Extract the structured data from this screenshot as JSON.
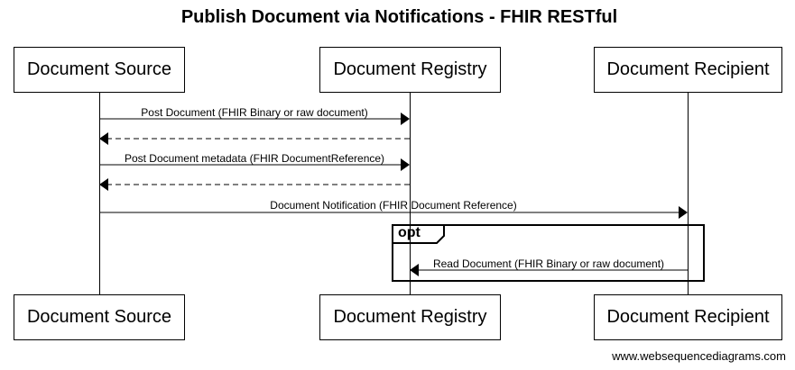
{
  "title": "Publish Document via Notifications - FHIR RESTful",
  "participants": {
    "source": "Document Source",
    "registry": "Document Registry",
    "recipient": "Document Recipient"
  },
  "messages": [
    {
      "from": "Document Source",
      "to": "Document Registry",
      "label": "Post Document (FHIR Binary or raw document)",
      "style": "solid"
    },
    {
      "from": "Document Registry",
      "to": "Document Source",
      "label": "",
      "style": "dashed"
    },
    {
      "from": "Document Source",
      "to": "Document Registry",
      "label": "Post Document metadata (FHIR DocumentReference)",
      "style": "solid"
    },
    {
      "from": "Document Registry",
      "to": "Document Source",
      "label": "",
      "style": "dashed"
    },
    {
      "from": "Document Source",
      "to": "Document Recipient",
      "label": "Document Notification (FHIR Document Reference)",
      "style": "solid"
    },
    {
      "from": "Document Recipient",
      "to": "Document Registry",
      "label": "Read Document (FHIR Binary or raw document)",
      "style": "solid"
    }
  ],
  "fragment": {
    "label": "opt"
  },
  "watermark": "www.websequencediagrams.com"
}
